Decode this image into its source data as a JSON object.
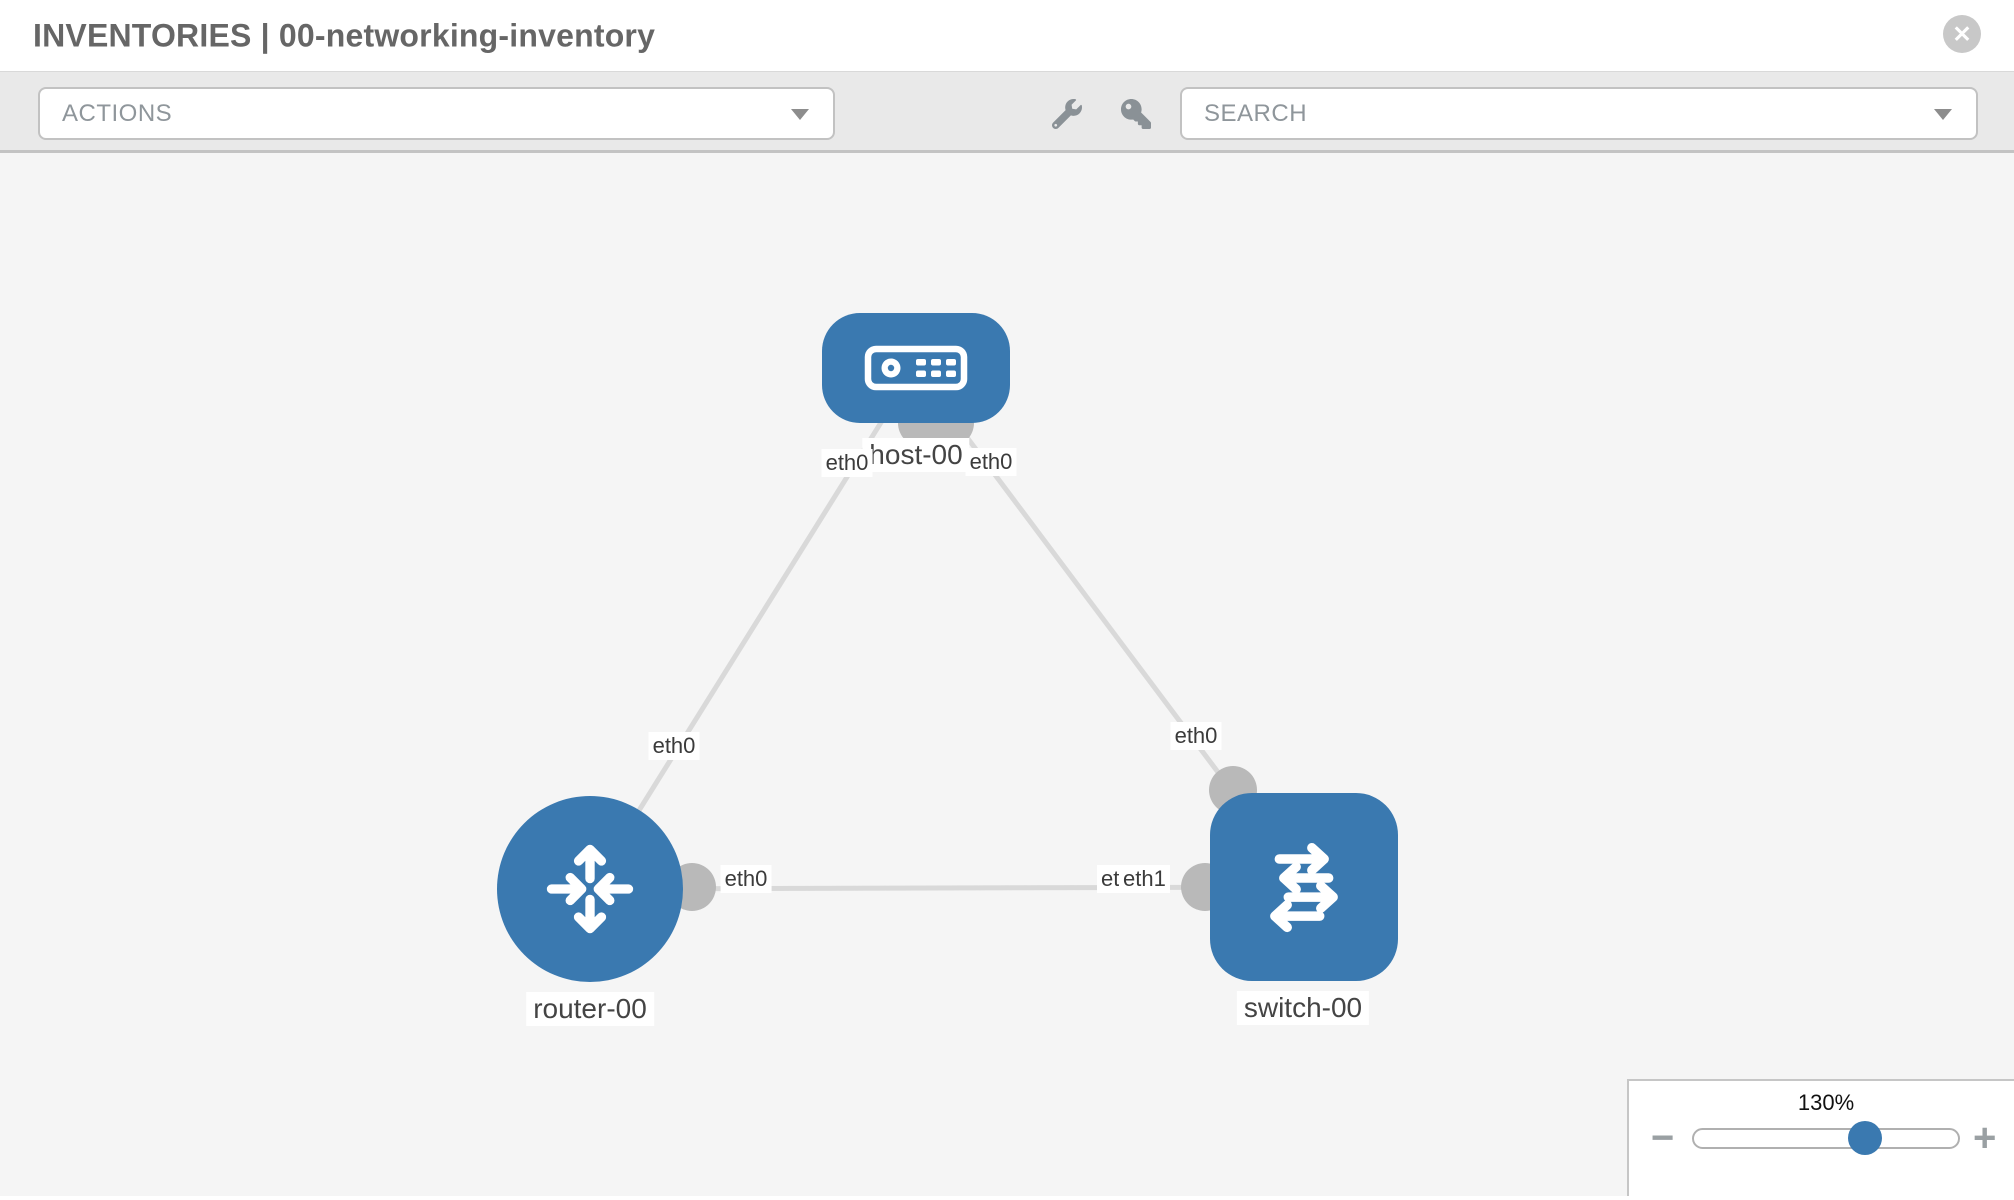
{
  "header": {
    "title": "INVENTORIES | 00-networking-inventory",
    "close_icon": "✕"
  },
  "toolbar": {
    "actions_label": "ACTIONS",
    "search_label": "SEARCH"
  },
  "colors": {
    "node_blue": "#3a79b0",
    "link_gray": "#d9d9d9",
    "port_gray": "#b9b9b9",
    "canvas_bg": "#f5f5f5",
    "toolbar_bg": "#e9e9e9"
  },
  "topology": {
    "nodes": [
      {
        "id": "host-00",
        "label": "host-00",
        "type": "host"
      },
      {
        "id": "router-00",
        "label": "router-00",
        "type": "router"
      },
      {
        "id": "switch-00",
        "label": "switch-00",
        "type": "switch"
      }
    ],
    "links": [
      {
        "from": "host-00",
        "to": "router-00",
        "from_label": "eth0",
        "to_label": "eth0"
      },
      {
        "from": "host-00",
        "to": "switch-00",
        "from_label": "eth0",
        "to_label": "eth0"
      },
      {
        "from": "router-00",
        "to": "switch-00",
        "from_label": "eth0",
        "to_label": "eth1",
        "to_label_hidden": "eth0"
      }
    ]
  },
  "zoom_control": {
    "value": "130%",
    "minus_label": "−",
    "plus_label": "+"
  }
}
